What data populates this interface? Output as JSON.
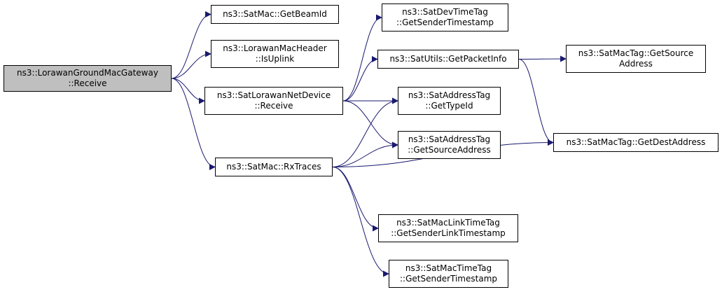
{
  "colors": {
    "edge": "#191970",
    "root_fill": "#bfbfbf",
    "node_fill": "#ffffff",
    "border": "#000000"
  },
  "nodes": {
    "lorawan_ground_mac_gateway_receive": {
      "lines": [
        "ns3::LorawanGroundMacGateway",
        "::Receive"
      ]
    },
    "sat_mac_get_beam_id": {
      "lines": [
        "ns3::SatMac::GetBeamId"
      ]
    },
    "lorawan_mac_header_is_uplink": {
      "lines": [
        "ns3::LorawanMacHeader",
        "::IsUplink"
      ]
    },
    "sat_lorawan_net_device_receive": {
      "lines": [
        "ns3::SatLorawanNetDevice",
        "::Receive"
      ]
    },
    "sat_mac_rx_traces": {
      "lines": [
        "ns3::SatMac::RxTraces"
      ]
    },
    "sat_dev_time_tag_get_sender_timestamp": {
      "lines": [
        "ns3::SatDevTimeTag",
        "::GetSenderTimestamp"
      ]
    },
    "sat_utils_get_packet_info": {
      "lines": [
        "ns3::SatUtils::GetPacketInfo"
      ]
    },
    "sat_address_tag_get_type_id": {
      "lines": [
        "ns3::SatAddressTag",
        "::GetTypeId"
      ]
    },
    "sat_address_tag_get_source_address": {
      "lines": [
        "ns3::SatAddressTag",
        "::GetSourceAddress"
      ]
    },
    "sat_mac_link_time_tag_get_sender_link_timestamp": {
      "lines": [
        "ns3::SatMacLinkTimeTag",
        "::GetSenderLinkTimestamp"
      ]
    },
    "sat_mac_time_tag_get_sender_timestamp": {
      "lines": [
        "ns3::SatMacTimeTag",
        "::GetSenderTimestamp"
      ]
    },
    "sat_mac_tag_get_source_address": {
      "lines": [
        "ns3::SatMacTag::GetSource",
        "Address"
      ]
    },
    "sat_mac_tag_get_dest_address": {
      "lines": [
        "ns3::SatMacTag::GetDestAddress"
      ]
    }
  },
  "edges": [
    {
      "from": "lorawan_ground_mac_gateway_receive",
      "to": "sat_mac_get_beam_id"
    },
    {
      "from": "lorawan_ground_mac_gateway_receive",
      "to": "lorawan_mac_header_is_uplink"
    },
    {
      "from": "lorawan_ground_mac_gateway_receive",
      "to": "sat_lorawan_net_device_receive"
    },
    {
      "from": "lorawan_ground_mac_gateway_receive",
      "to": "sat_mac_rx_traces"
    },
    {
      "from": "sat_lorawan_net_device_receive",
      "to": "sat_dev_time_tag_get_sender_timestamp"
    },
    {
      "from": "sat_lorawan_net_device_receive",
      "to": "sat_utils_get_packet_info"
    },
    {
      "from": "sat_lorawan_net_device_receive",
      "to": "sat_address_tag_get_type_id"
    },
    {
      "from": "sat_lorawan_net_device_receive",
      "to": "sat_address_tag_get_source_address"
    },
    {
      "from": "sat_utils_get_packet_info",
      "to": "sat_mac_tag_get_source_address"
    },
    {
      "from": "sat_utils_get_packet_info",
      "to": "sat_mac_tag_get_dest_address"
    },
    {
      "from": "sat_mac_rx_traces",
      "to": "sat_address_tag_get_type_id"
    },
    {
      "from": "sat_mac_rx_traces",
      "to": "sat_address_tag_get_source_address"
    },
    {
      "from": "sat_mac_rx_traces",
      "to": "sat_mac_tag_get_dest_address"
    },
    {
      "from": "sat_mac_rx_traces",
      "to": "sat_mac_link_time_tag_get_sender_link_timestamp"
    },
    {
      "from": "sat_mac_rx_traces",
      "to": "sat_mac_time_tag_get_sender_timestamp"
    }
  ]
}
